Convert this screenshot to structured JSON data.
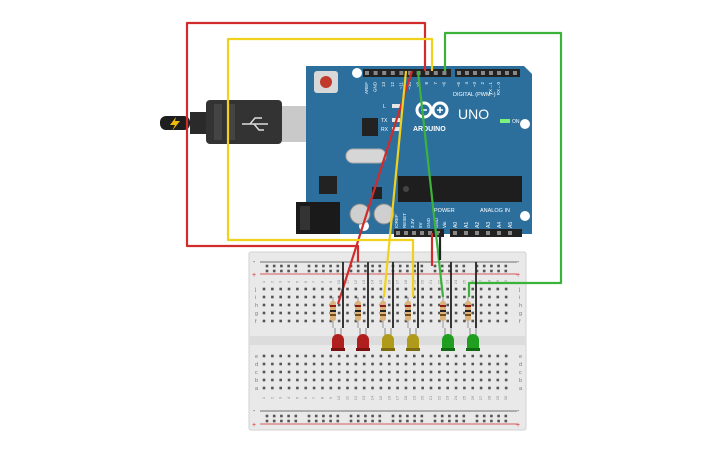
{
  "board": {
    "brand": "ARDUINO",
    "model": "UNO",
    "digital_header": "DIGITAL (PWM~)",
    "power_header": "POWER",
    "analog_header": "ANALOG IN",
    "on_label": "ON",
    "tx_label": "TX",
    "rx_label": "RX",
    "l_label": "L",
    "digital_pins": [
      "AREF",
      "GND",
      "13",
      "12",
      "~11",
      "~10",
      "~9",
      "8",
      "7",
      "~6",
      "~5",
      "4",
      "~3",
      "2",
      "TX→1",
      "RX←0"
    ],
    "power_pins": [
      "IOREF",
      "RESET",
      "3.3V",
      "5V",
      "GND",
      "GND",
      "Vin"
    ],
    "analog_pins": [
      "A0",
      "A1",
      "A2",
      "A3",
      "A4",
      "A5"
    ]
  },
  "breadboard": {
    "plus_sign": "+",
    "minus_sign": "-",
    "row_letters_top": [
      "j",
      "i",
      "h",
      "g",
      "f"
    ],
    "row_letters_bottom": [
      "e",
      "d",
      "c",
      "b",
      "a"
    ],
    "column_numbers": [
      "1",
      "",
      "",
      "",
      "5",
      "",
      "",
      "",
      "",
      "10",
      "",
      "",
      "",
      "",
      "15",
      "",
      "",
      "",
      "",
      "20",
      "",
      "",
      "",
      "",
      "25",
      "",
      "",
      "",
      "",
      "30"
    ]
  },
  "leds": [
    {
      "color": "red"
    },
    {
      "color": "red"
    },
    {
      "color": "yellow"
    },
    {
      "color": "yellow"
    },
    {
      "color": "green"
    },
    {
      "color": "green"
    }
  ],
  "colors": {
    "board": "#2c6f9c",
    "wire_red": "#d12b2b",
    "wire_yellow": "#f0d21e",
    "wire_green": "#3bb33b",
    "wire_black": "#222222",
    "breadboard": "#e9e9e9"
  }
}
